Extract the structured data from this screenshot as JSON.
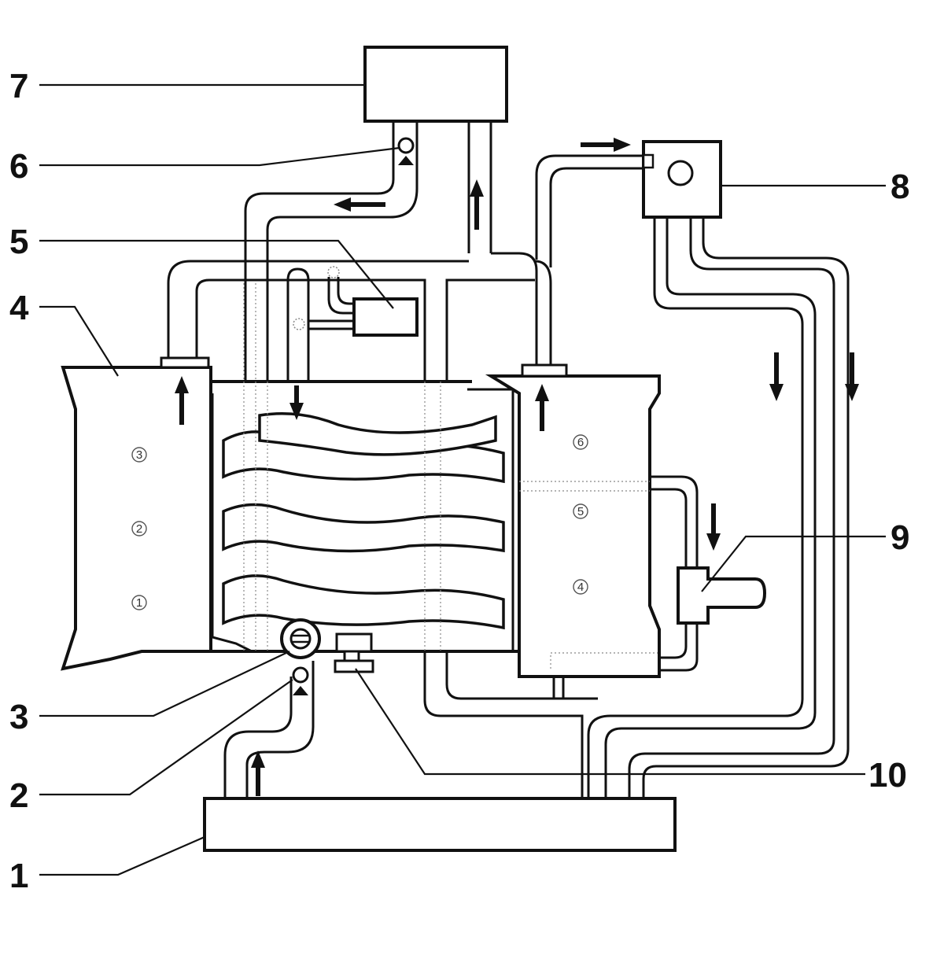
{
  "callouts": [
    {
      "id": "c1",
      "label": "1"
    },
    {
      "id": "c2",
      "label": "2"
    },
    {
      "id": "c3",
      "label": "3"
    },
    {
      "id": "c4",
      "label": "4"
    },
    {
      "id": "c5",
      "label": "5"
    },
    {
      "id": "c6",
      "label": "6"
    },
    {
      "id": "c7",
      "label": "7"
    },
    {
      "id": "c8",
      "label": "8"
    },
    {
      "id": "c9",
      "label": "9"
    },
    {
      "id": "c10",
      "label": "10"
    }
  ],
  "cylinders": {
    "left_bank": [
      "3",
      "2",
      "1"
    ],
    "right_bank": [
      "6",
      "5",
      "4"
    ]
  }
}
